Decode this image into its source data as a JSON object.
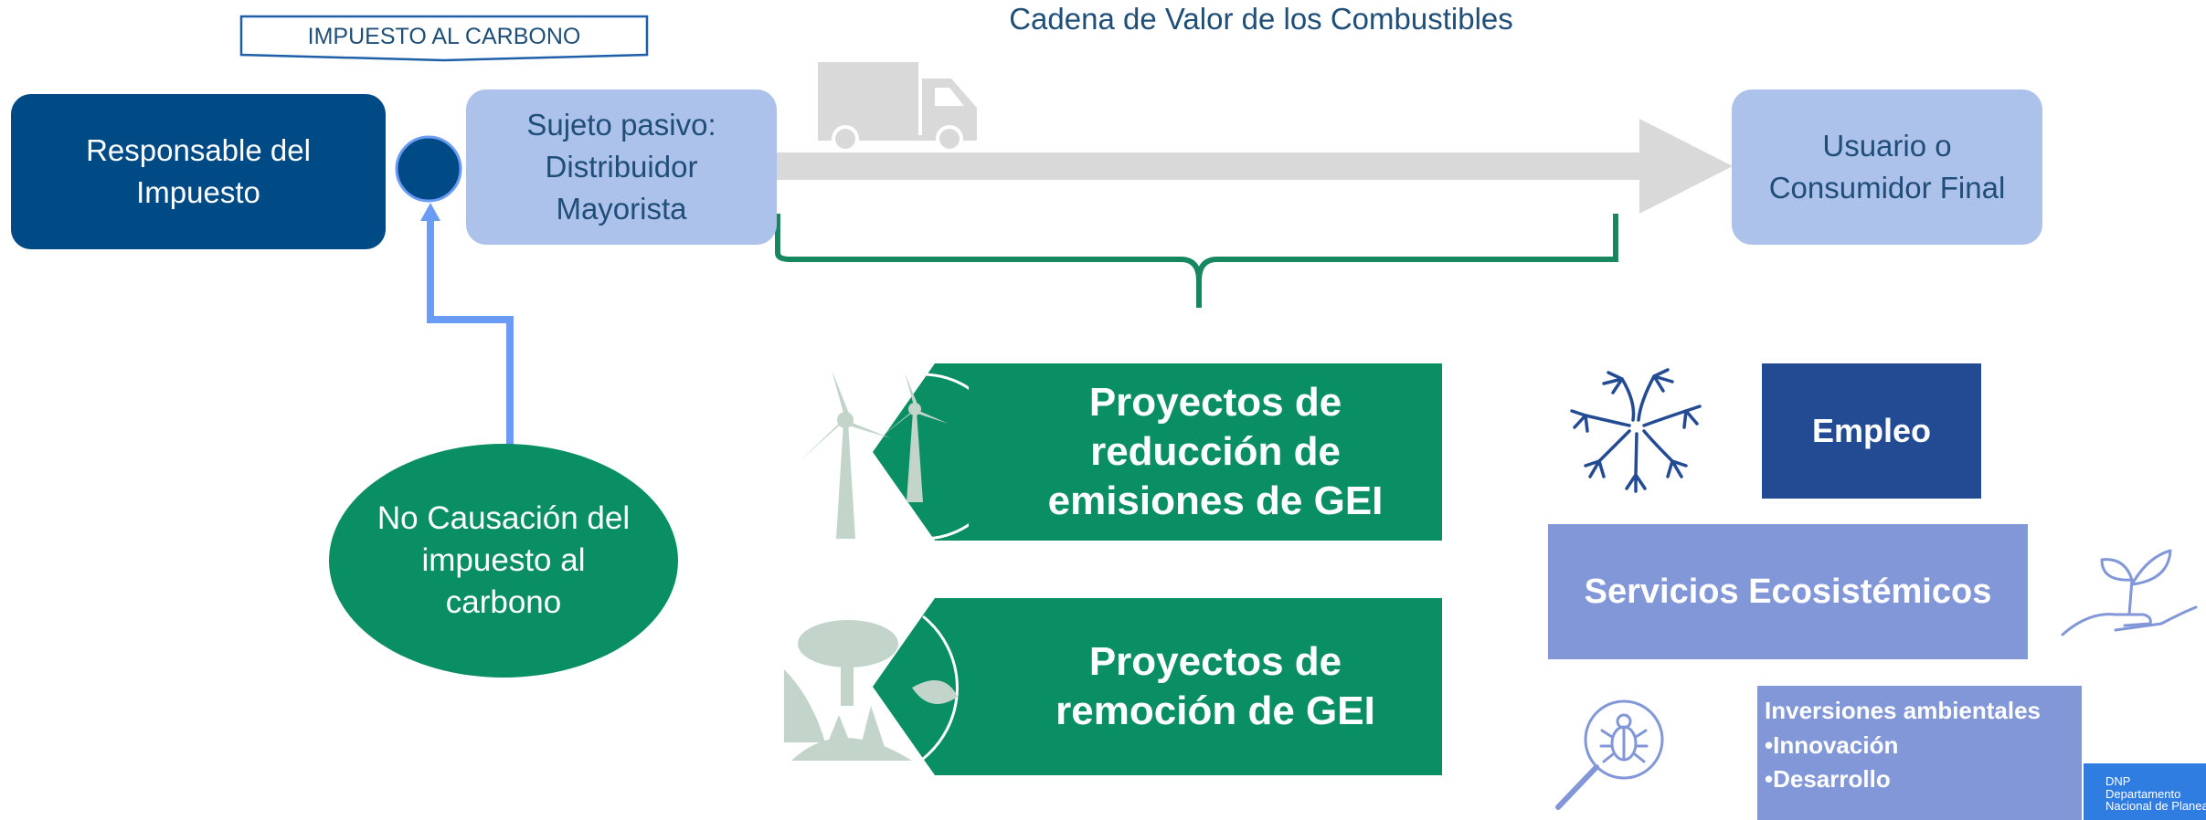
{
  "title": "Cadena de Valor de los Combustibles",
  "tax_label": "IMPUESTO AL CARBONO",
  "nodes": {
    "responsable": [
      "Responsable del",
      "Impuesto"
    ],
    "sujeto": [
      "Sujeto pasivo:",
      "Distribuidor",
      "Mayorista"
    ],
    "usuario": [
      "Usuario o",
      "Consumidor Final"
    ],
    "no_causacion": [
      "No Causación del",
      "impuesto al",
      "carbono"
    ]
  },
  "projects": {
    "reduccion": [
      "Proyectos de",
      "reducción de",
      "emisiones de GEI"
    ],
    "remocion": [
      "Proyectos de",
      "remoción de GEI"
    ]
  },
  "benefits": {
    "empleo": "Empleo",
    "servicios": "Servicios Ecosistémicos",
    "inversiones": {
      "title": "Inversiones ambientales",
      "items": [
        "•Innovación",
        "•Desarrollo"
      ]
    }
  },
  "logo": [
    "DNP",
    "Departamento",
    "Nacional de Planeación"
  ],
  "colors": {
    "dark_blue": "#004a86",
    "light_blue": "#adc2ea",
    "green": "#0a8e63",
    "bracket_green": "#17875f",
    "arrow_gray": "#d9d9d9",
    "connector_blue": "#6b9cf5",
    "empleo_blue": "#234b94",
    "periwinkle": "#8297d8",
    "icon_gray_green": "#c3d4cb"
  },
  "icons": [
    "truck-icon",
    "wind-turbine-icon",
    "forest-icon",
    "hands-circle-icon",
    "plant-in-hand-icon",
    "magnifier-bug-icon"
  ]
}
